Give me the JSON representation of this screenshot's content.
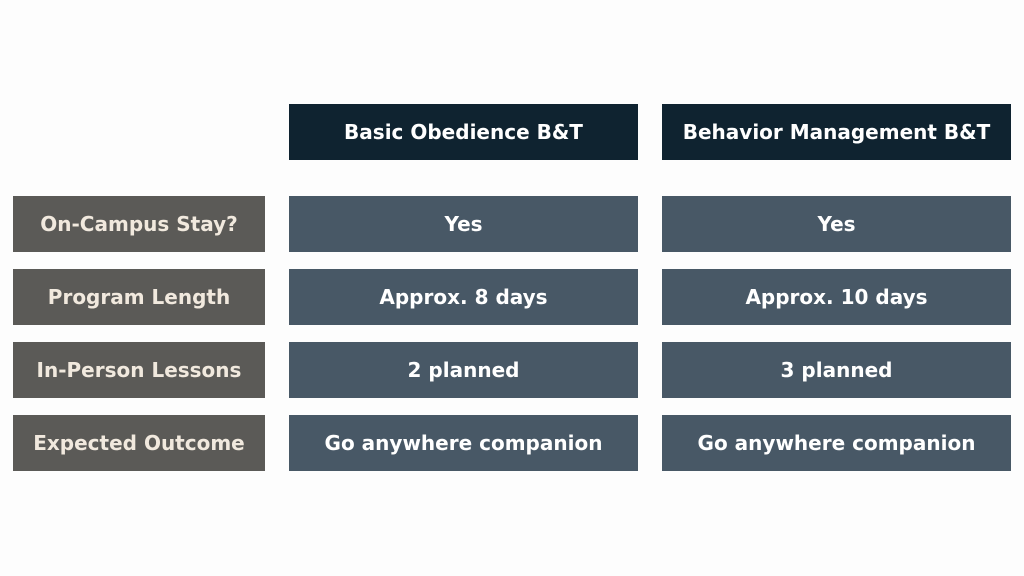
{
  "columns": [
    {
      "label": "Basic Obedience B&T"
    },
    {
      "label": "Behavior Management B&T"
    }
  ],
  "rows": [
    {
      "label": "On-Campus Stay?",
      "values": [
        "Yes",
        "Yes"
      ]
    },
    {
      "label": "Program Length",
      "values": [
        "Approx. 8 days",
        "Approx. 10 days"
      ]
    },
    {
      "label": "In-Person Lessons",
      "values": [
        "2 planned",
        "3 planned"
      ]
    },
    {
      "label": "Expected Outcome",
      "values": [
        "Go anywhere companion",
        "Go anywhere companion"
      ]
    }
  ],
  "colors": {
    "background": "#fdfdfd",
    "header_bg": "#0f2330",
    "label_bg": "#5b5a57",
    "label_text": "#f1e9de",
    "value_bg": "#485866",
    "value_text": "#ffffff"
  }
}
